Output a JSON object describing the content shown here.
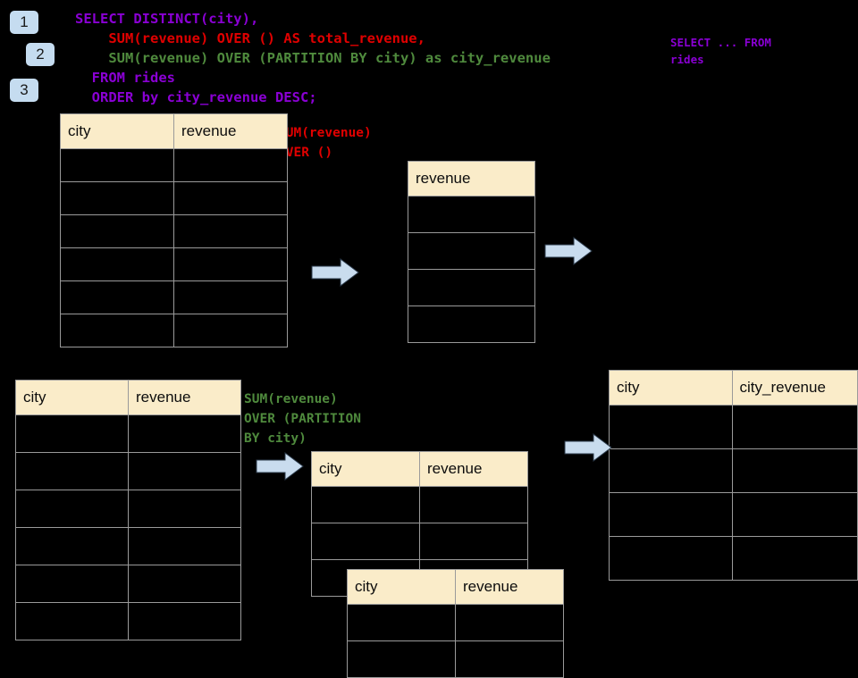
{
  "background_color": "#000000",
  "badges": [
    {
      "name": "step-1",
      "label": "1"
    },
    {
      "name": "step-2",
      "label": "2"
    },
    {
      "name": "step-3",
      "label": "3"
    }
  ],
  "sql": {
    "lines": [
      {
        "text": "SELECT DISTINCT(city),",
        "color": "#8a00d4"
      },
      {
        "text": "    SUM(revenue) OVER () AS total_revenue,",
        "color": "#e00000"
      },
      {
        "text": "    SUM(revenue) OVER (PARTITION BY city) as city_revenue",
        "color": "#4f8a3d"
      },
      {
        "text": "  FROM rides",
        "color": "#8a00d4"
      },
      {
        "text": "  ORDER by city_revenue DESC;",
        "color": "#8a00d4"
      }
    ],
    "side_note": "SELECT ... FROM\nrides",
    "side_note_color": "#8a00d4"
  },
  "annotations": [
    {
      "name": "sum-over-all",
      "text": "SUM(revenue)\nOVER ()",
      "color": "#e00000"
    },
    {
      "name": "sum-over-partition",
      "text": "SUM(revenue)\nOVER (PARTITION\nBY city)",
      "color": "#4f8a3d"
    }
  ],
  "tables": {
    "rides_top": {
      "headers": [
        "city",
        "revenue"
      ],
      "row_count": 6
    },
    "total_revenue": {
      "headers": [
        "revenue"
      ],
      "row_count": 4
    },
    "rides_bottom": {
      "headers": [
        "city",
        "revenue"
      ],
      "row_count": 6
    },
    "partition_a": {
      "headers": [
        "city",
        "revenue"
      ],
      "row_count": 3
    },
    "partition_b": {
      "headers": [
        "city",
        "revenue"
      ],
      "row_count": 2
    },
    "result": {
      "headers": [
        "city",
        "city_revenue"
      ],
      "row_count": 4
    }
  },
  "arrows": [
    {
      "name": "arrow-rides-to-total",
      "direction": "right"
    },
    {
      "name": "arrow-total-to-result",
      "direction": "right"
    },
    {
      "name": "arrow-rides-to-partition",
      "direction": "right"
    },
    {
      "name": "arrow-partition-to-result",
      "direction": "right"
    }
  ],
  "colors": {
    "header_fill": "#faecc9",
    "cell_fill": "#000000",
    "grid_line": "#9a9a9a",
    "badge_fill": "#c5dcf0",
    "arrow_fill": "#c9dcee",
    "arrow_stroke": "#2b3a4a"
  }
}
